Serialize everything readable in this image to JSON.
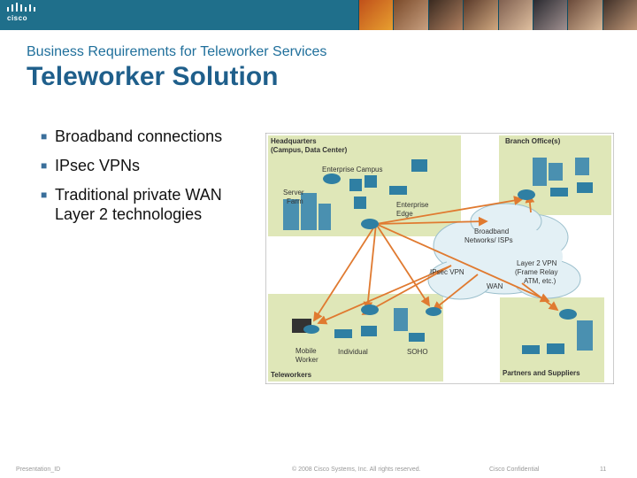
{
  "header": {
    "logo_text": "cisco"
  },
  "slide": {
    "subtitle": "Business Requirements for Teleworker Services",
    "title": "Teleworker Solution",
    "bullets": [
      "Broadband connections",
      "IPsec VPNs",
      "Traditional private WAN Layer 2 technologies"
    ]
  },
  "diagram": {
    "hq_title": "Headquarters",
    "hq_sub": "(Campus, Data Center)",
    "enterprise_campus": "Enterprise Campus",
    "server_farm_1": "Server",
    "server_farm_2": "Farm",
    "enterprise_edge_1": "Enterprise",
    "enterprise_edge_2": "Edge",
    "branch": "Branch Office(s)",
    "broadband_1": "Broadband",
    "broadband_2": "Networks/ ISPs",
    "ipsec": "IPsec VPN",
    "wan": "WAN",
    "layer2_1": "Layer 2 VPN",
    "layer2_2": "(Frame Relay",
    "layer2_3": "ATM, etc.)",
    "mobile_1": "Mobile",
    "mobile_2": "Worker",
    "individual": "Individual",
    "soho": "SOHO",
    "teleworkers": "Teleworkers",
    "partners": "Partners and Suppliers"
  },
  "footer": {
    "left": "Presentation_ID",
    "center": "© 2008 Cisco Systems, Inc. All rights reserved.",
    "right": "Cisco Confidential",
    "page": "11"
  }
}
